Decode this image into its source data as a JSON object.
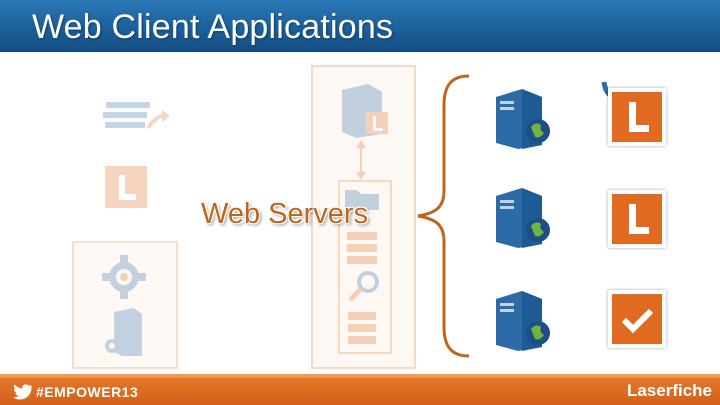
{
  "header": {
    "title": "Web Client Applications",
    "bg_color": "#1a5e97"
  },
  "overlay": {
    "label": "Web Servers",
    "color": "#c0651e"
  },
  "footer": {
    "hashtag": "#EMPOWER13",
    "brand": "Laserfiche",
    "bg_color": "#d9661f"
  },
  "icons": {
    "brace": "curly-brace-icon",
    "servers": [
      "server-globe-icon",
      "server-globe-icon",
      "server-globe-icon"
    ],
    "tiles": [
      "laserfiche-logo-icon",
      "laserfiche-logo-icon",
      "checkmark-icon"
    ]
  }
}
